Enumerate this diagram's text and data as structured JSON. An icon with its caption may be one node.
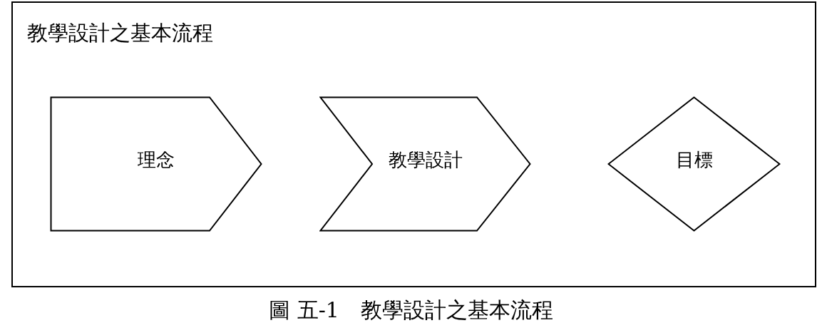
{
  "diagram": {
    "caption": "圖 五-1　教學設計之基本流程",
    "nodes": [
      {
        "text": [
          "教學設計之基本流程"
        ]
      },
      {
        "text": [
          "理念"
        ],
        "in": 0
      },
      {
        "text": [
          "教學設計"
        ],
        "in": 0
      },
      {
        "text": [
          "目標"
        ],
        "in": 0
      }
    ]
  }
}
